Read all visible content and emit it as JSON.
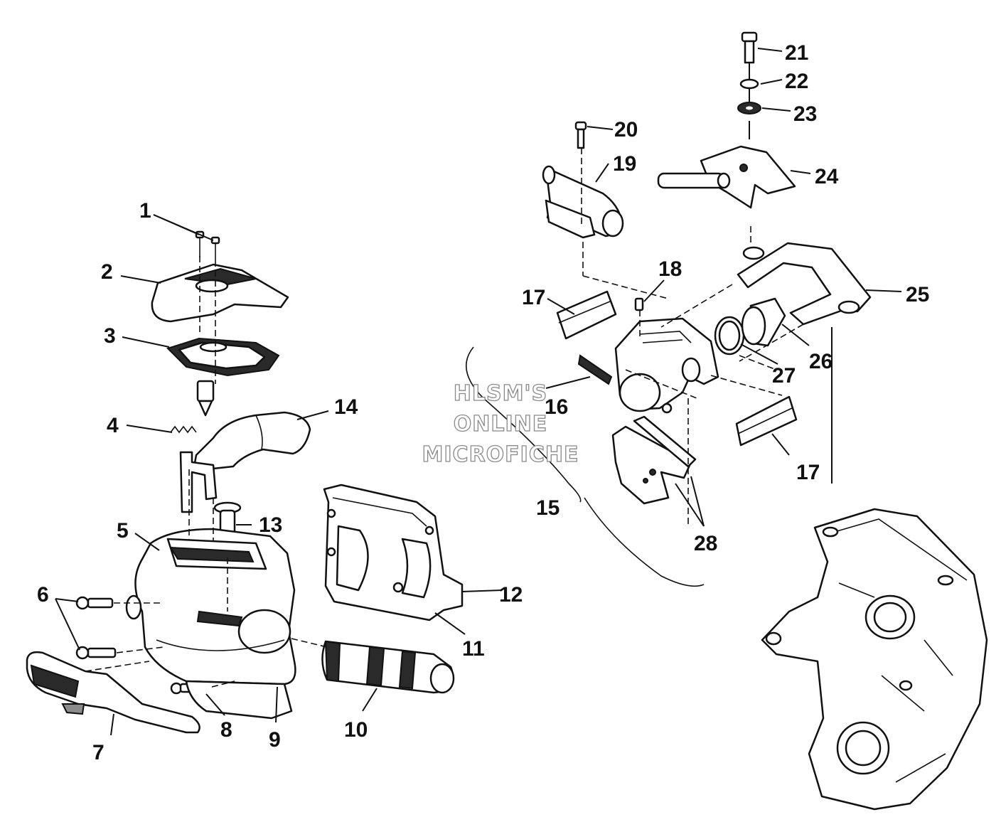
{
  "callouts": [
    "1",
    "2",
    "3",
    "4",
    "5",
    "6",
    "7",
    "8",
    "9",
    "10",
    "11",
    "12",
    "13",
    "14",
    "15",
    "16",
    "17",
    "17",
    "18",
    "19",
    "20",
    "21",
    "22",
    "23",
    "24",
    "25",
    "26",
    "27",
    "28"
  ],
  "watermark": {
    "line1": "HLSM'S",
    "line2": "ONLINE",
    "line3": "MICROFICHE"
  }
}
